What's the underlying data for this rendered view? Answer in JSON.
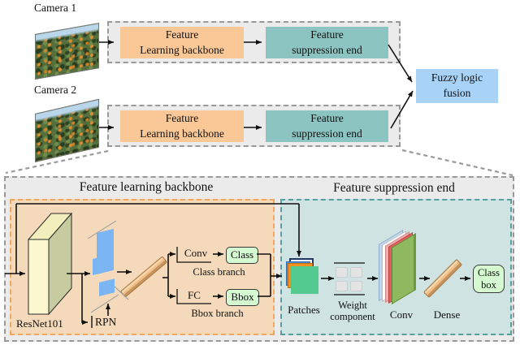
{
  "top": {
    "camera1": "Camera 1",
    "camera2": "Camera 2",
    "backbone_line1": "Feature",
    "backbone_line2": "Learning backbone",
    "suppress_line1": "Feature",
    "suppress_line2": "suppression end",
    "fusion_line1": "Fuzzy logic",
    "fusion_line2": "fusion"
  },
  "detail": {
    "backbone_title": "Feature learning backbone",
    "suppression_title": "Feature suppression end",
    "resnet": "ResNet101",
    "rpn": "RPN",
    "conv_op": "Conv",
    "class_out": "Class",
    "class_branch": "Class branch",
    "fc_op": "FC",
    "bbox_out": "Bbox",
    "bbox_branch": "Bbox branch",
    "patches": "Patches",
    "weight_line1": "Weight",
    "weight_line2": "component",
    "conv": "Conv",
    "dense": "Dense",
    "classbox_line1": "Class",
    "classbox_line2": "box"
  },
  "colors": {
    "backbone_box": "#fac896",
    "suppression_box": "#8cc4c1",
    "fusion_box": "#a8d3f7",
    "panel_gray": "#ebebeb",
    "backbone_panel_fill": "#f4d9ba",
    "backbone_panel_border": "#f0a860",
    "suppression_panel_fill": "#cfe3e2",
    "suppression_panel_border": "#579f9f",
    "resnet_front": "#fbf8ce",
    "resnet_side": "#c6cca0",
    "rpn_blue": "#7cb5f3",
    "bar_tan": "#eebf8a",
    "patch_green": "#52c98f",
    "patch_orange": "#f2921d",
    "patch_blue": "#4a90d9",
    "conv_green": "#8fb95f",
    "conv_pink": "#f2aeae",
    "conv_lightblue": "#bdd7ee",
    "label_green_box": "#d5f9d0"
  }
}
